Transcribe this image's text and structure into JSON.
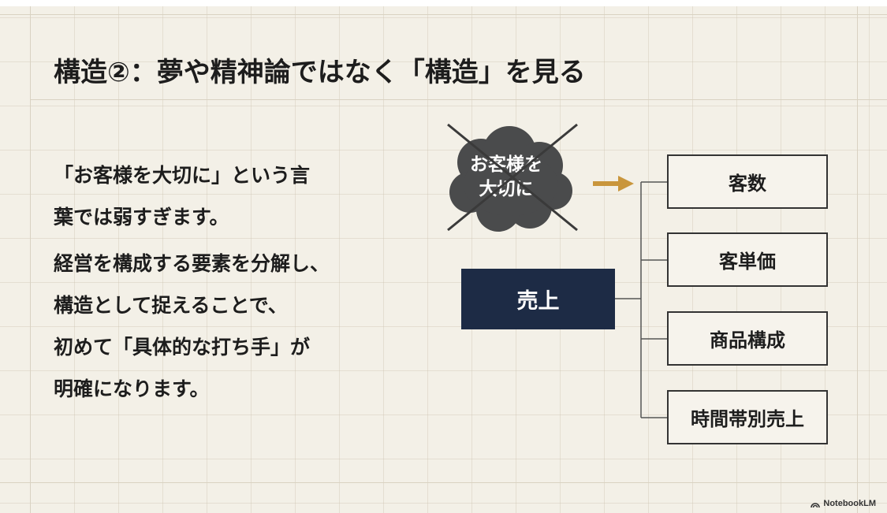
{
  "title": "構造②：夢や精神論ではなく「構造」を見る",
  "body": {
    "para1": [
      "「お客様を大切に」という言",
      "葉では弱すぎます。"
    ],
    "para2": [
      "経営を構成する要素を分解し、",
      "構造として捉えることで、",
      "初めて「具体的な打ち手」が",
      "明確になります。"
    ]
  },
  "diagram": {
    "rejected_cloud": [
      "お客様を",
      "大切に"
    ],
    "root": "売上",
    "children": [
      "客数",
      "客単価",
      "商品構成",
      "時間帯別売上"
    ],
    "arrow_color": "#c9963c",
    "root_color": "#1d2b45"
  },
  "branding": {
    "logo": "NotebookLM"
  }
}
